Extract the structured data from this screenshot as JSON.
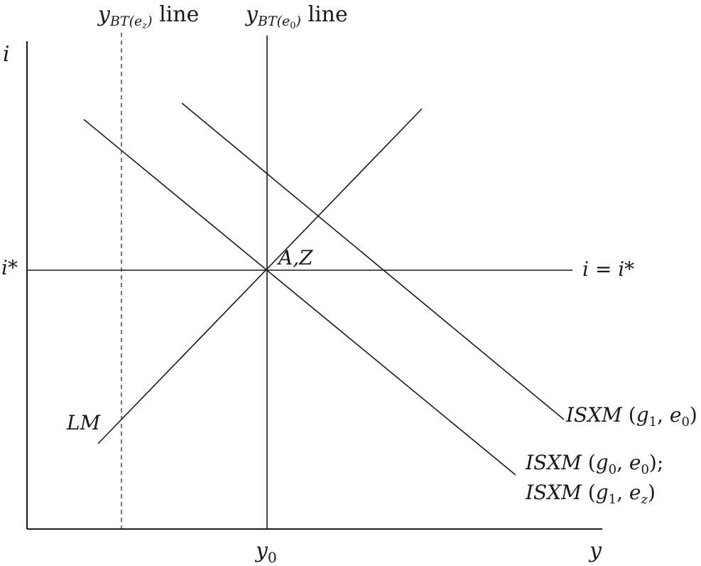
{
  "axes": {
    "y_axis_label": "i",
    "x_axis_label": "y",
    "i_star_tick": "i*",
    "y0_tick": {
      "main": "y",
      "sub": "0"
    }
  },
  "labels": {
    "ybt_ez": {
      "main": "y",
      "sub": "BT(e",
      "subsub": "z",
      "close": ")",
      "suffix": " line"
    },
    "ybt_e0": {
      "main": "y",
      "sub": "BT(e",
      "subsub": "0",
      "close": ")",
      "suffix": " line"
    },
    "i_eq_istar": "i = i*",
    "point_az": "A,Z",
    "lm": "LM",
    "isxm_g1_e0": {
      "name": "ISXM",
      "open": " (",
      "g": "g",
      "gsub": "1",
      "comma": ", ",
      "e": "e",
      "esub": "0",
      "close": ")",
      "tail": ""
    },
    "isxm_g0_e0": {
      "name": "ISXM",
      "open": " (",
      "g": "g",
      "gsub": "0",
      "comma": ", ",
      "e": "e",
      "esub": "0",
      "close": ")",
      "tail": ";"
    },
    "isxm_g1_ez": {
      "name": "ISXM",
      "open": " (",
      "g": "g",
      "gsub": "1",
      "comma": ", ",
      "e": "e",
      "esub": "z",
      "close": ")",
      "tail": ""
    }
  },
  "colors": {
    "line": "#1a1a1a",
    "background": "#ffffff"
  }
}
